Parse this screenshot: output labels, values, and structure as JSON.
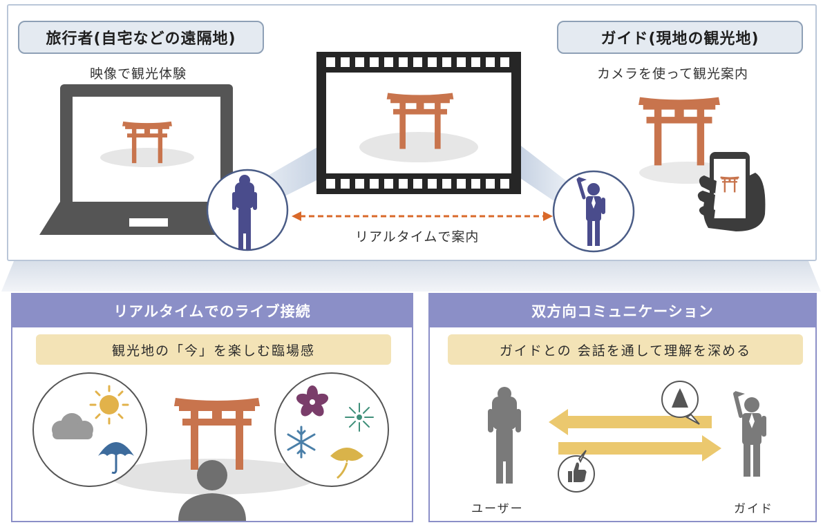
{
  "top": {
    "traveler_title": "旅行者(自宅などの遠隔地)",
    "traveler_caption": "映像で観光体験",
    "guide_title": "ガイド(現地の観光地)",
    "guide_caption": "カメラを使って観光案内",
    "realtime_label": "リアルタイムで案内"
  },
  "left_panel": {
    "header": "リアルタイムでのライブ接続",
    "subtitle": "観光地の「今」を楽しむ臨場感"
  },
  "right_panel": {
    "header": "双方向コミュニケーション",
    "subtitle": "ガイドとの 会話を通して理解を深める",
    "user_label": "ユーザー",
    "guide_label": "ガイド"
  },
  "colors": {
    "torii": "#c8744d",
    "panel_purple": "#8b8fc7",
    "cream": "#f3e3b6",
    "figure_navy": "#4a4c8c",
    "arrow_orange": "#d9692a",
    "arrow_yellow": "#ebc86e",
    "figure_grey": "#7a7a7a"
  },
  "icons": [
    "torii-icon",
    "laptop-icon",
    "film-strip-icon",
    "smartphone-icon",
    "traveler-icon",
    "guide-icon",
    "sun-icon",
    "cloud-icon",
    "umbrella-icon",
    "sakura-icon",
    "fireworks-icon",
    "snowflake-icon",
    "ginkgo-icon",
    "castle-icon",
    "thumbs-up-icon",
    "person-icon"
  ]
}
